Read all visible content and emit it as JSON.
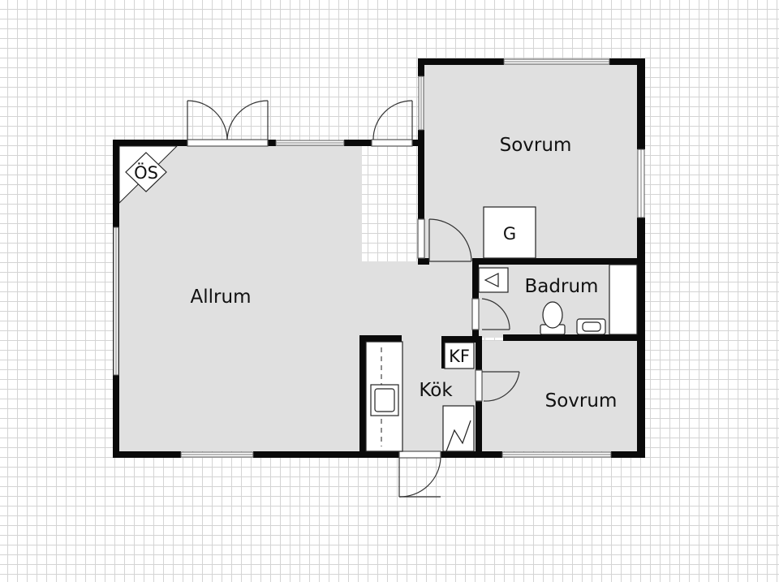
{
  "rooms": {
    "allrum": "Allrum",
    "sovrum_1": "Sovrum",
    "sovrum_2": "Sovrum",
    "badrum": "Badrum",
    "kok": "Kök"
  },
  "symbols": {
    "fireplace": "ÖS",
    "kf": "KF",
    "g": "G"
  },
  "colors": {
    "floor": "#e0e0e0",
    "wall": "#0a0a0a",
    "grid": "#d4d4d4"
  }
}
